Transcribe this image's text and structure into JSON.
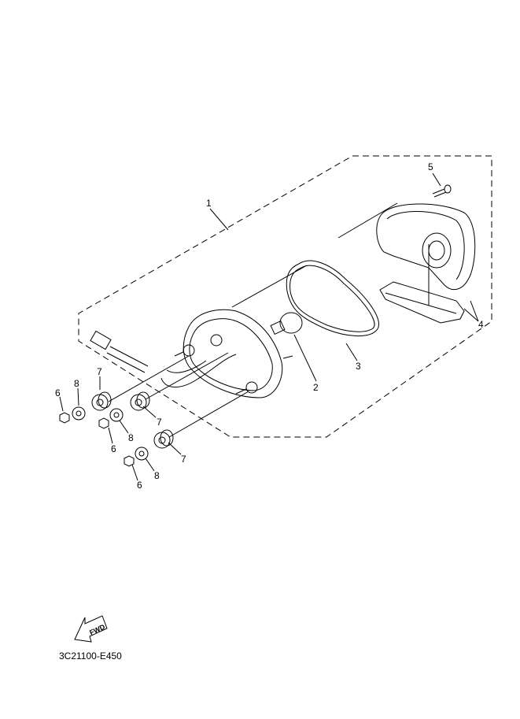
{
  "diagram": {
    "callouts": [
      {
        "id": "callout-1",
        "text": "1"
      },
      {
        "id": "callout-2",
        "text": "2"
      },
      {
        "id": "callout-3",
        "text": "3"
      },
      {
        "id": "callout-4",
        "text": "4"
      },
      {
        "id": "callout-5",
        "text": "5"
      },
      {
        "id": "callout-6a",
        "text": "6"
      },
      {
        "id": "callout-6b",
        "text": "6"
      },
      {
        "id": "callout-6c",
        "text": "6"
      },
      {
        "id": "callout-7a",
        "text": "7"
      },
      {
        "id": "callout-7b",
        "text": "7"
      },
      {
        "id": "callout-7c",
        "text": "7"
      },
      {
        "id": "callout-8a",
        "text": "8"
      },
      {
        "id": "callout-8b",
        "text": "8"
      },
      {
        "id": "callout-8c",
        "text": "8"
      }
    ],
    "fwd_label": "FWD",
    "drawing_code": "3C21100-E450"
  }
}
